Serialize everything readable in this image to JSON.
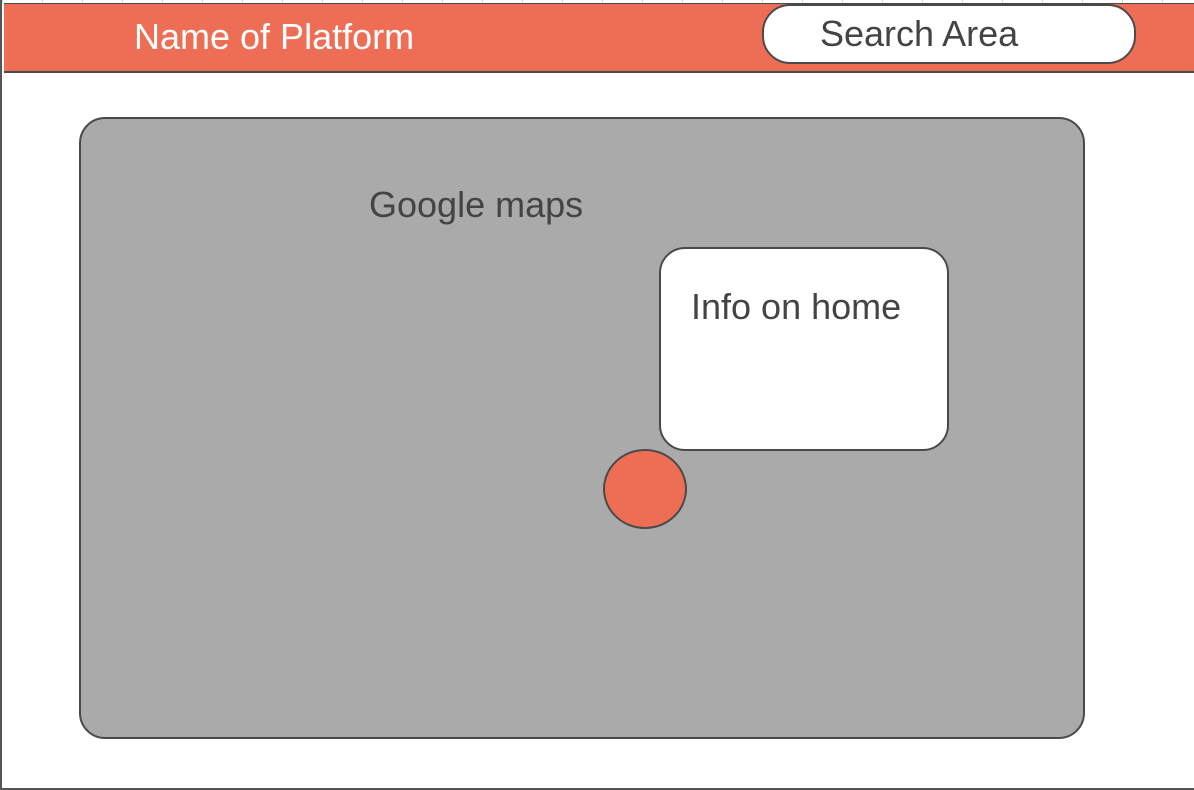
{
  "header": {
    "platform_name": "Name of Platform",
    "search_placeholder": "Search Area"
  },
  "map": {
    "label": "Google maps",
    "info_popup": "Info on home"
  },
  "colors": {
    "header_bg": "#ee6e55",
    "map_bg": "#aaaaaa",
    "pin": "#ee6e55",
    "border": "#4a4a4a"
  }
}
